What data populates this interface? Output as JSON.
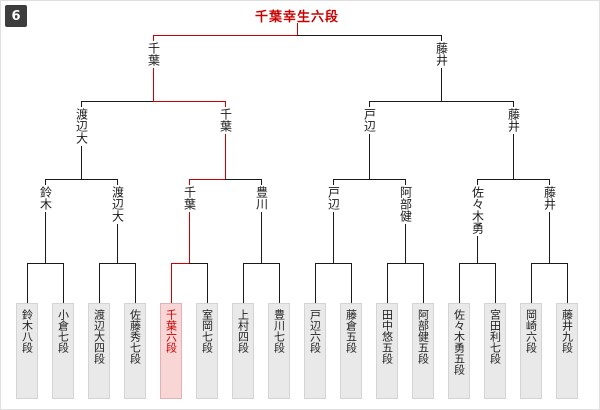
{
  "badge": "6",
  "champion": {
    "label": "千葉幸生六段"
  },
  "bracket": {
    "final": [
      "千葉",
      "藤井"
    ],
    "semifinals": [
      "渡辺大",
      "千葉",
      "戸辺",
      "藤井"
    ],
    "quarterfinals": [
      "鈴木",
      "渡辺大",
      "千葉",
      "豊川",
      "戸辺",
      "阿部健",
      "佐々木勇",
      "藤井"
    ],
    "players": [
      "鈴木八段",
      "小倉七段",
      "渡辺大四段",
      "佐藤秀七段",
      "千葉六段",
      "室岡七段",
      "上村四段",
      "豊川七段",
      "戸辺六段",
      "藤倉五段",
      "田中悠五段",
      "阿部健五段",
      "佐々木勇五段",
      "宮田利七段",
      "岡崎六段",
      "藤井九段"
    ],
    "highlighted_player": "千葉六段",
    "winner_path_color": "#cc0000"
  },
  "colors": {
    "accent_red": "#cc0000",
    "line": "#1a1a1a",
    "box_bg": "#e9e9e9",
    "highlight_bg": "#f8d6d6",
    "badge_bg": "#3d3d3d"
  }
}
